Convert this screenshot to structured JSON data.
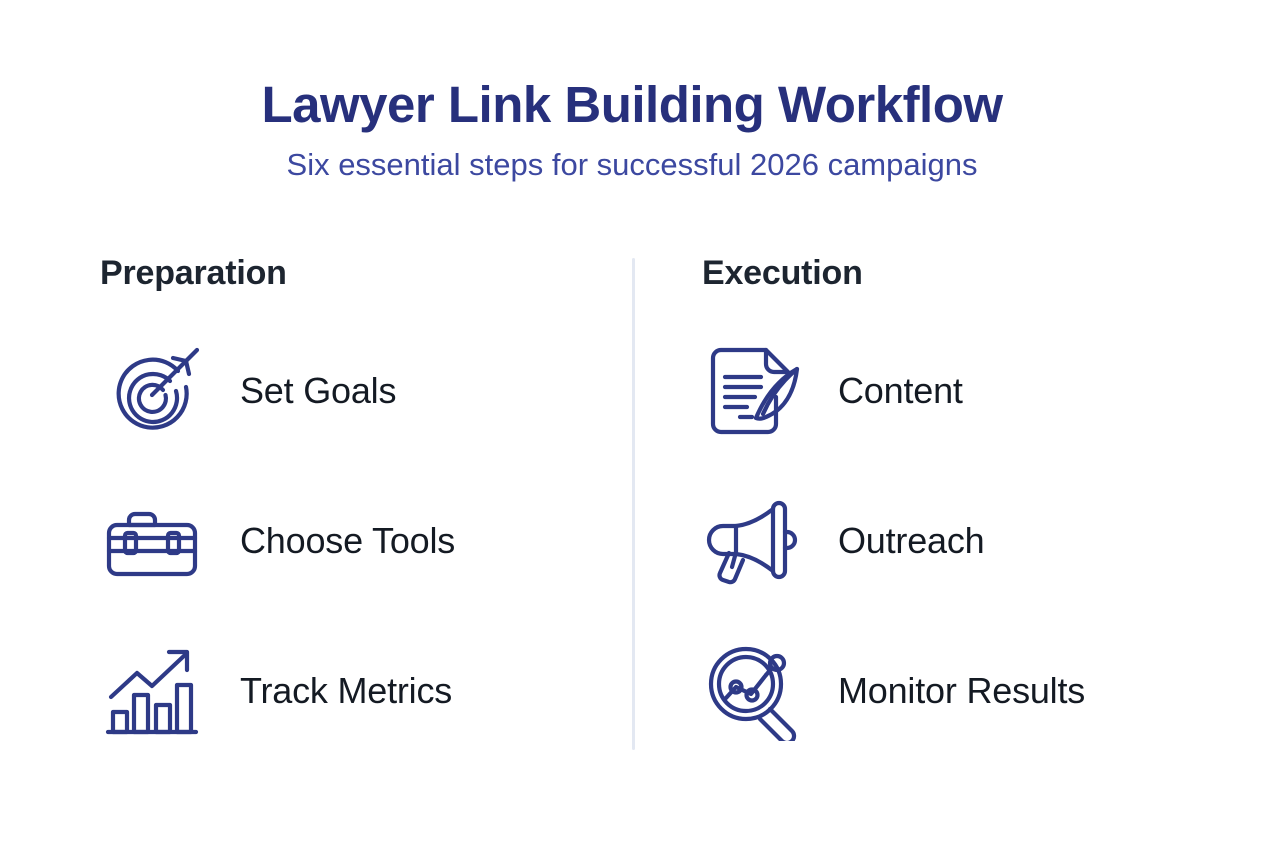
{
  "header": {
    "title": "Lawyer Link Building Workflow",
    "subtitle": "Six essential steps for successful 2026 campaigns"
  },
  "colors": {
    "background": "#ffffff",
    "title": "#27307c",
    "subtitle": "#3c48a0",
    "heading": "#1d2530",
    "label": "#141a23",
    "icon_stroke": "#2e3a87",
    "divider": "#e3e8f2"
  },
  "columns": [
    {
      "heading": "Preparation",
      "steps": [
        {
          "label": "Set Goals",
          "icon": "target-arrow-icon"
        },
        {
          "label": "Choose Tools",
          "icon": "briefcase-icon"
        },
        {
          "label": "Track Metrics",
          "icon": "bar-chart-growth-icon"
        }
      ]
    },
    {
      "heading": "Execution",
      "steps": [
        {
          "label": "Content",
          "icon": "document-quill-icon"
        },
        {
          "label": "Outreach",
          "icon": "megaphone-icon"
        },
        {
          "label": "Monitor Results",
          "icon": "magnifier-analytics-icon"
        }
      ]
    }
  ]
}
